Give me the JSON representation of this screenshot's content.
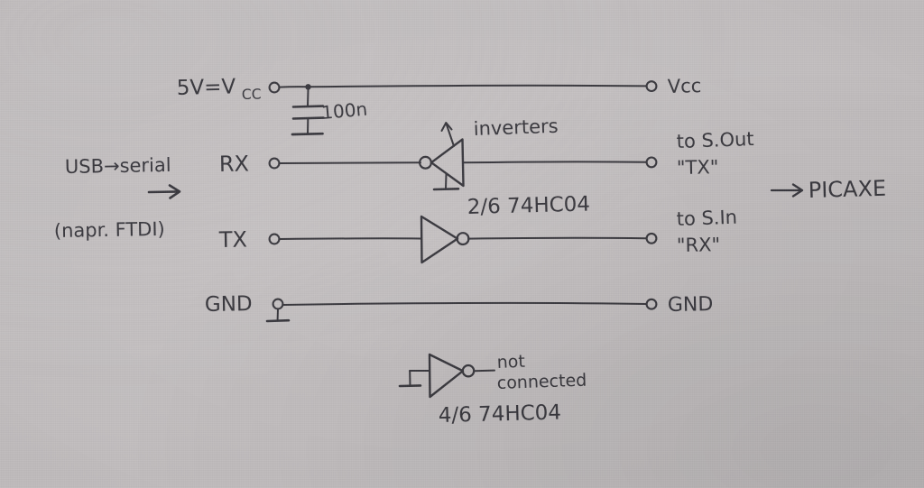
{
  "diagram": {
    "title": "USB-to-serial to PICAXE level/inverter adapter (hand-drawn schematic)",
    "medium": "pencil on grey paper",
    "ink_color": "#3b3a40",
    "paper_color": "#c9c5c6"
  },
  "left_block": {
    "source_label": "USB→serial",
    "arrow": "→",
    "example_label": "(napr. FTDI)"
  },
  "left_pins": [
    {
      "name": "vcc",
      "label": "5V=V",
      "sub": "CC"
    },
    {
      "name": "rx",
      "label": "RX"
    },
    {
      "name": "tx",
      "label": "TX"
    },
    {
      "name": "gnd",
      "label": "GND"
    }
  ],
  "right_pins": [
    {
      "name": "vcc",
      "line1": "Vcc",
      "line2": ""
    },
    {
      "name": "tx",
      "line1": "to S.Out",
      "line2": "\"TX\""
    },
    {
      "name": "rx",
      "line1": "to S.In",
      "line2": "\"RX\""
    },
    {
      "name": "gnd",
      "line1": "GND",
      "line2": ""
    }
  ],
  "right_block": {
    "arrow": "→",
    "target_label": "PICAXE"
  },
  "components": {
    "capacitor": {
      "value": "100n",
      "note": "decoupling capacitor from Vcc rail to ground"
    },
    "inverter_callout": {
      "label": "inverters",
      "arrow": "↑"
    },
    "used_inverters": {
      "label": "2/6 74HC04",
      "count_used": 2,
      "count_total": 6,
      "part": "74HC04"
    },
    "unused_inverters": {
      "label": "4/6 74HC04",
      "note_line1": "not",
      "note_line2": "connected",
      "count_unused": 4,
      "count_total": 6,
      "part": "74HC04"
    }
  }
}
